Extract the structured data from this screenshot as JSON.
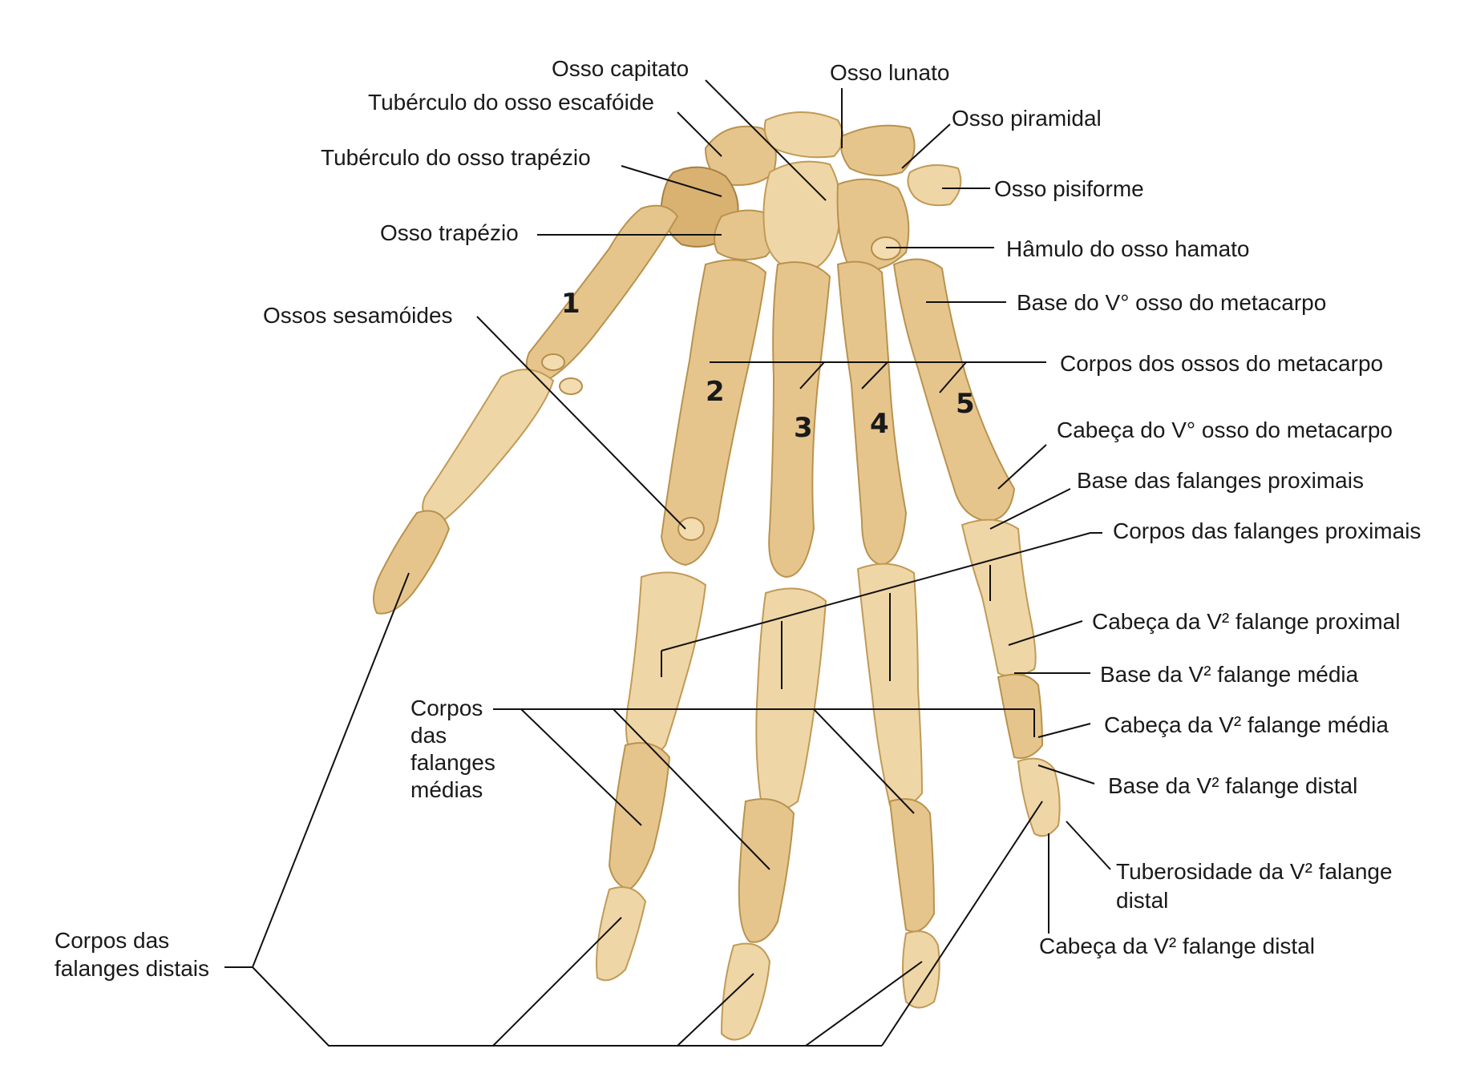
{
  "labels": {
    "capitate": "Osso capitato",
    "lunate": "Osso lunato",
    "scaphoid_tubercle": "Tubérculo do osso escafóide",
    "triquetrum": "Osso piramidal",
    "trapezium_tubercle": "Tubérculo do osso trapézio",
    "pisiform": "Osso pisiforme",
    "trapezium": "Osso trapézio",
    "hamate_hook": "Hâmulo do osso hamato",
    "base_v_metacarpal": "Base do V° osso do metacarpo",
    "sesamoids": "Ossos sesamóides",
    "metacarpal_bodies": "Corpos dos ossos do metacarpo",
    "head_v_metacarpal": "Cabeça do V° osso do metacarpo",
    "base_proximal_phalanges": "Base das falanges proximais",
    "proximal_phalanges_bodies": "Corpos das falanges proximais",
    "head_v_proximal": "Cabeça da V² falange proximal",
    "base_v_middle": "Base da V² falange média",
    "middle_bodies_1": "Corpos",
    "middle_bodies_2": "das",
    "middle_bodies_3": "falanges",
    "middle_bodies_4": "médias",
    "head_v_middle": "Cabeça da V² falange média",
    "base_v_distal": "Base da V² falange distal",
    "tuberosity_v_distal_1": "Tuberosidade da V² falange",
    "tuberosity_v_distal_2": "distal",
    "head_v_distal": "Cabeça da V² falange distal",
    "distal_bodies_1": "Corpos das",
    "distal_bodies_2": "falanges distais"
  },
  "digits": {
    "d1": "1",
    "d2": "2",
    "d3": "3",
    "d4": "4",
    "d5": "5"
  }
}
